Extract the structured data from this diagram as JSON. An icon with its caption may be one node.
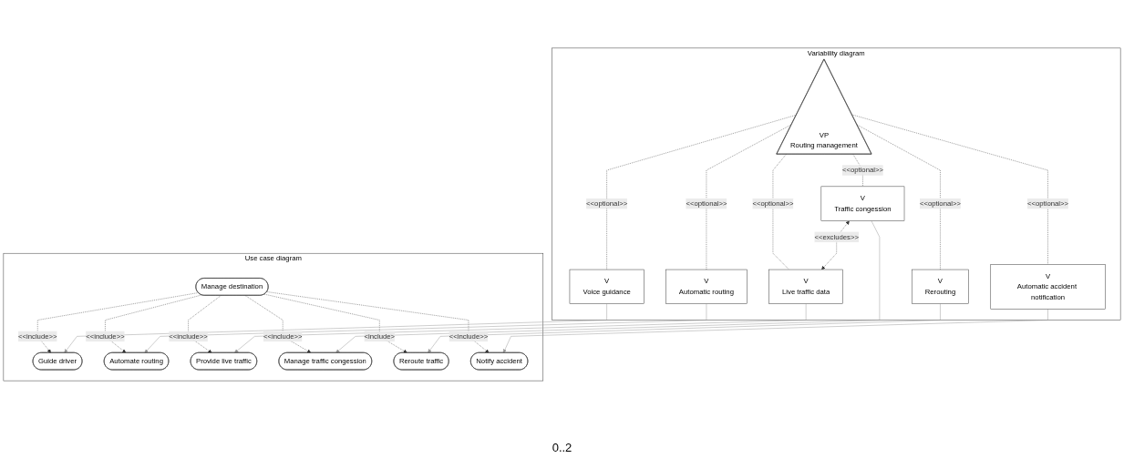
{
  "diagram": {
    "nodes": [
      {
        "text": [
          "Use case diagram"
        ]
      },
      {
        "text": [
          "Manage destination"
        ],
        "in": 0
      },
      {
        "text": [
          "Guide driver"
        ],
        "in": 0
      },
      {
        "text": [
          "Automate routing"
        ],
        "in": 0
      },
      {
        "text": [
          "Provide live traffic"
        ],
        "in": 0
      },
      {
        "text": [
          "Manage traffic congession"
        ],
        "in": 0
      },
      {
        "text": [
          "Reroute traffic"
        ],
        "in": 0
      },
      {
        "text": [
          "Notify accident"
        ],
        "in": 0
      },
      {
        "text": [
          "Variability diagram"
        ]
      },
      {
        "text": [
          "VP",
          "Routing management"
        ],
        "in": 8
      },
      {
        "text": [
          "V",
          "Automatic accident notification"
        ],
        "in": 8
      },
      {
        "text": [
          "V",
          "Rerouting"
        ],
        "in": 8
      },
      {
        "text": [
          "V",
          "Traffic congession"
        ],
        "in": 8
      },
      {
        "text": [
          "V",
          "Live traffic data"
        ],
        "in": 8
      },
      {
        "text": [
          "V",
          "Automatic routing"
        ],
        "in": 8
      },
      {
        "text": [
          "V",
          "Voice guidance"
        ],
        "in": 8
      }
    ],
    "edges": [
      {
        "from": 1,
        "to": 2,
        "arrow": "to",
        "style": "dashed",
        "label": "<<include>>"
      },
      {
        "from": 1,
        "to": 3,
        "arrow": "to",
        "style": "dashed",
        "label": "<<include>>"
      },
      {
        "from": 1,
        "to": 4,
        "arrow": "to",
        "style": "dashed",
        "label": "<<include>>"
      },
      {
        "from": 1,
        "to": 5,
        "arrow": "to",
        "style": "dashed",
        "label": "<<include>>"
      },
      {
        "from": 1,
        "to": 6,
        "arrow": "to",
        "style": "dashed",
        "label": "<include>"
      },
      {
        "from": 1,
        "to": 7,
        "arrow": "to",
        "style": "dashed",
        "label": "<<include>>"
      },
      {
        "from": 9,
        "to": 10,
        "arrow": "none",
        "style": "dashed",
        "label": "<<optional>>"
      },
      {
        "from": 9,
        "to": 11,
        "arrow": "none",
        "style": "dashed",
        "label": "<<optional>>"
      },
      {
        "from": 9,
        "to": 12,
        "arrow": "none",
        "style": "dashed",
        "label": "<<optional>>"
      },
      {
        "from": 9,
        "to": 13,
        "arrow": "none",
        "style": "dashed",
        "label": "<<optional>>"
      },
      {
        "from": 9,
        "to": 14,
        "arrow": "none",
        "style": "dashed",
        "label": "<<optional>>"
      },
      {
        "from": 9,
        "to": 15,
        "arrow": "none",
        "style": "dashed",
        "label": "<<optional>>"
      },
      {
        "from": 12,
        "to": 13,
        "arrow": "both",
        "style": "dashed",
        "label": "<<excludes>>"
      },
      {
        "from": 10,
        "to": 7,
        "arrow": "to",
        "color": "#999999"
      },
      {
        "from": 11,
        "to": 6,
        "arrow": "to",
        "color": "#999999"
      },
      {
        "from": 12,
        "to": 5,
        "arrow": "to",
        "color": "#999999"
      },
      {
        "from": 13,
        "to": 4,
        "arrow": "to",
        "color": "#999999"
      },
      {
        "from": 14,
        "to": 3,
        "arrow": "to",
        "color": "#999999"
      },
      {
        "from": 15,
        "to": 2,
        "arrow": "to",
        "color": "#999999"
      }
    ],
    "labels": [
      "0..2"
    ]
  }
}
